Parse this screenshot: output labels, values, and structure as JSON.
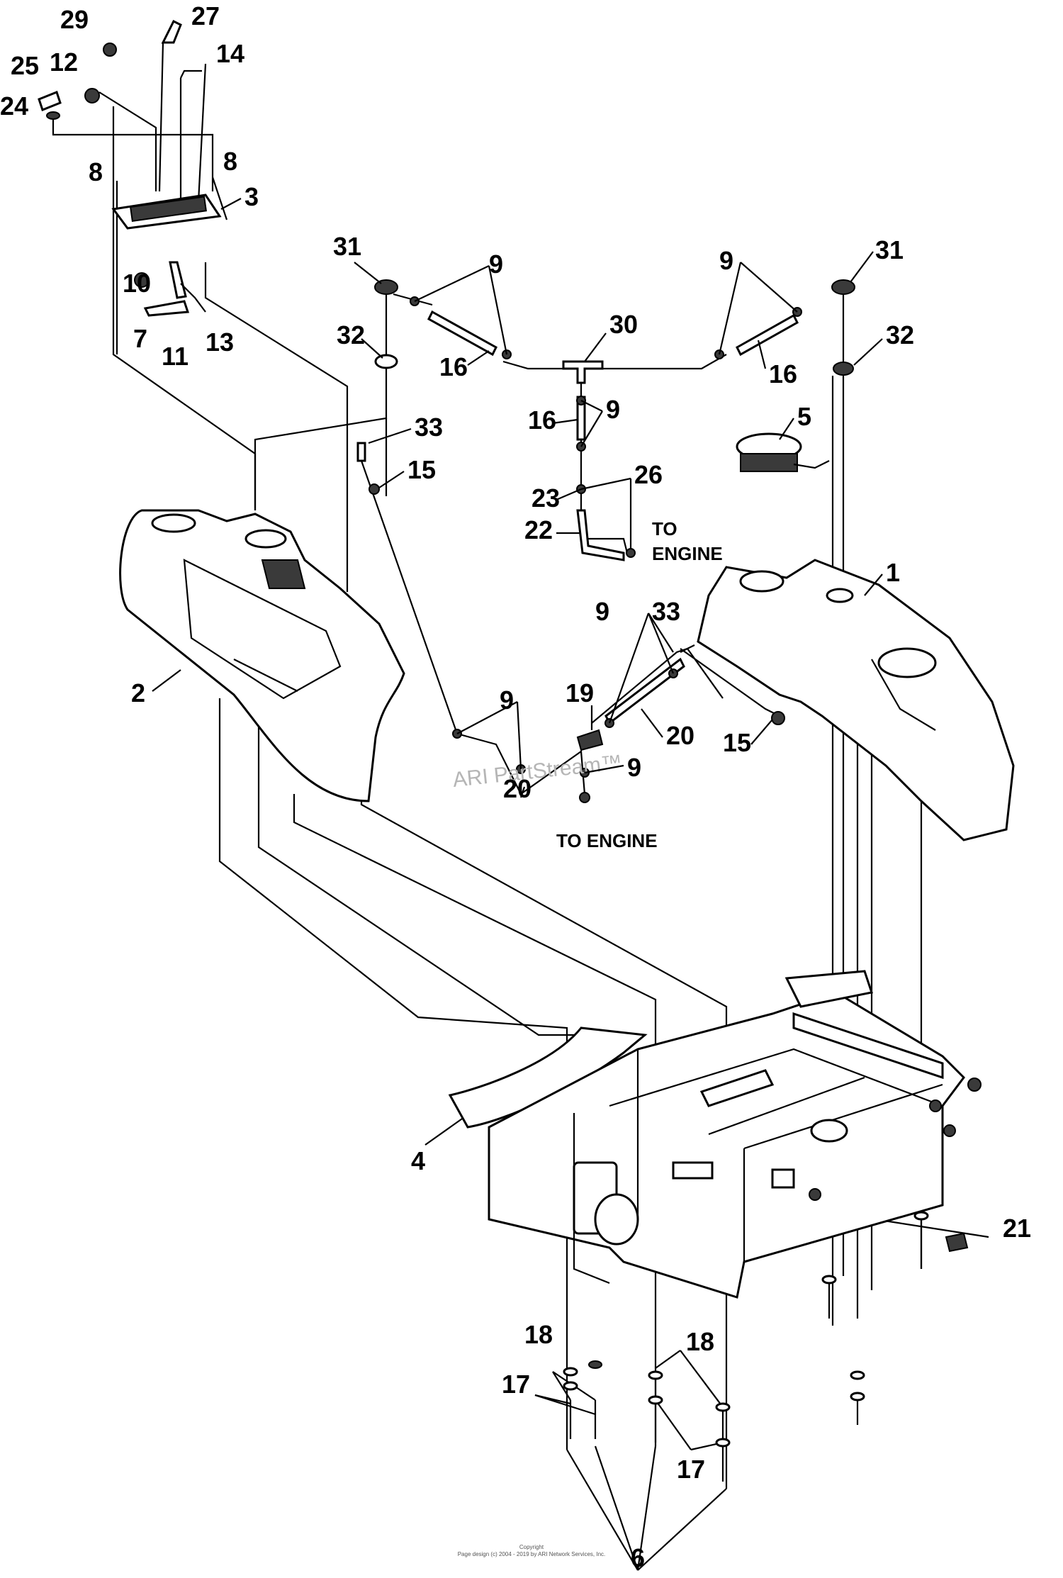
{
  "callouts": {
    "c1": "1",
    "c2": "2",
    "c3": "3",
    "c4": "4",
    "c5": "5",
    "c6": "6",
    "c7": "7",
    "c8a": "8",
    "c8b": "8",
    "c9a": "9",
    "c9b": "9",
    "c9c": "9",
    "c9d": "9",
    "c9e": "9",
    "c9f": "9",
    "c10": "10",
    "c11": "11",
    "c12": "12",
    "c13": "13",
    "c14": "14",
    "c15a": "15",
    "c15b": "15",
    "c16a": "16",
    "c16b": "16",
    "c16c": "16",
    "c17a": "17",
    "c17b": "17",
    "c18a": "18",
    "c18b": "18",
    "c19": "19",
    "c20a": "20",
    "c20b": "20",
    "c21": "21",
    "c22": "22",
    "c23": "23",
    "c24": "24",
    "c25": "25",
    "c26": "26",
    "c27": "27",
    "c29": "29",
    "c30": "30",
    "c31a": "31",
    "c31b": "31",
    "c32a": "32",
    "c32b": "32",
    "c33a": "33",
    "c33b": "33"
  },
  "notes": {
    "to_engine_upper_1": "TO",
    "to_engine_upper_2": "ENGINE",
    "to_engine_lower": "TO ENGINE"
  },
  "watermark": "ARI PartStream™",
  "footer": {
    "line1": "Copyright",
    "line2": "Page design (c) 2004 - 2019 by ARI Network Services, Inc."
  }
}
